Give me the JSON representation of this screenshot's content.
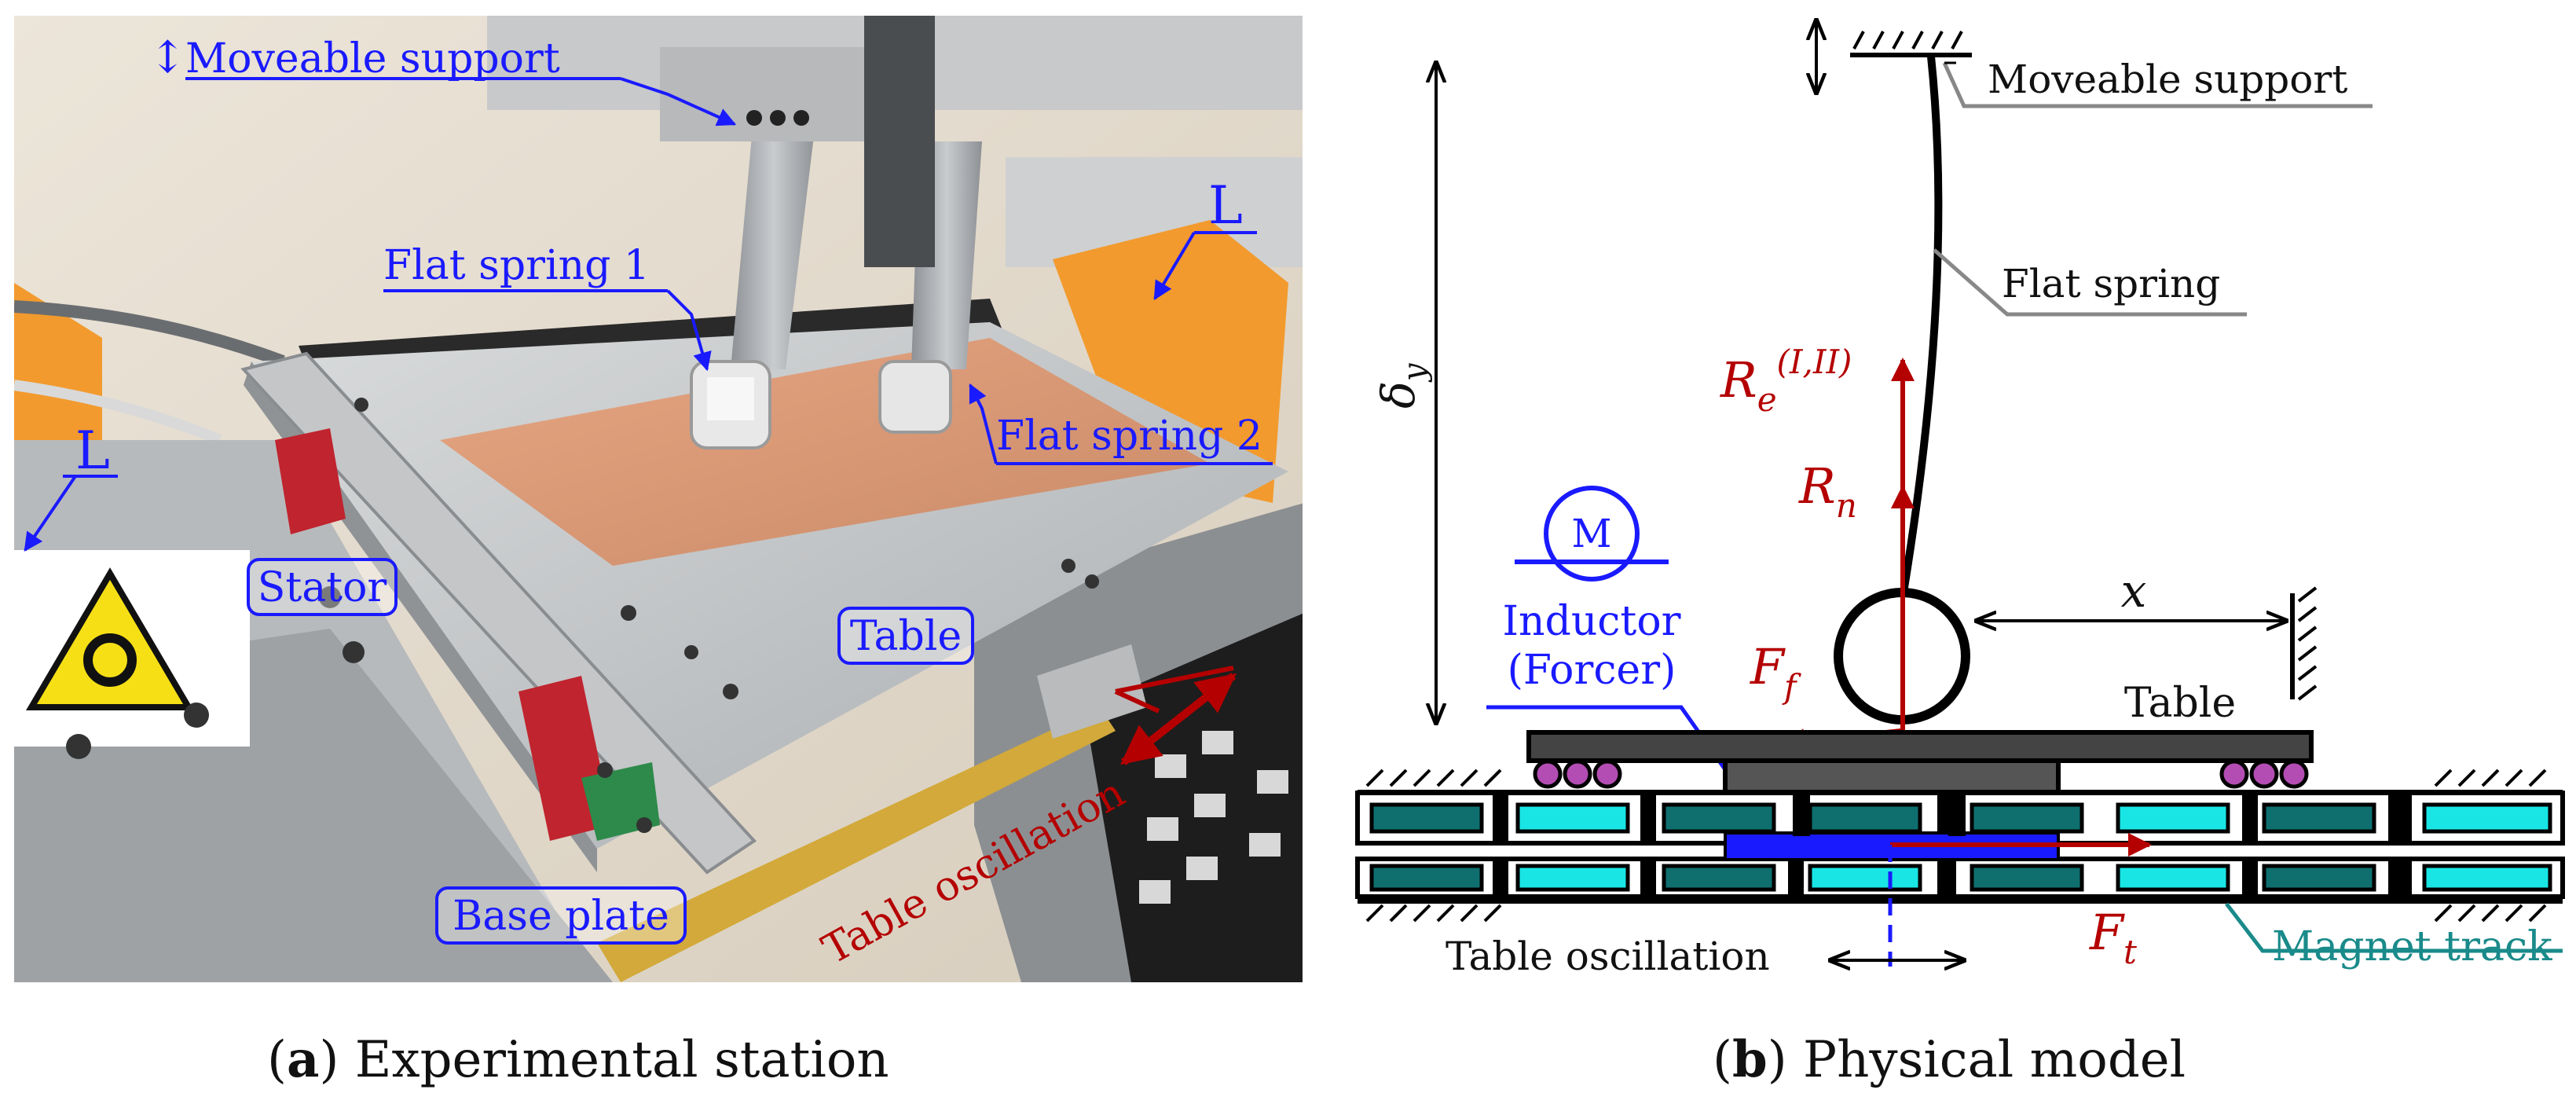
{
  "panel_a": {
    "caption_letter": "a",
    "caption_text": "Experimental station",
    "labels": {
      "moveable_support_arrow": "↕",
      "moveable_support": "Moveable support",
      "flat_spring_1": "Flat spring 1",
      "flat_spring_2": "Flat spring 2",
      "l_right": "L",
      "l_left": "L",
      "stator": "Stator",
      "table": "Table",
      "base_plate": "Base plate",
      "table_oscillation": "Table oscillation"
    }
  },
  "panel_b": {
    "caption_letter": "b",
    "caption_text": "Physical model",
    "labels": {
      "moveable_support": "Moveable support",
      "flat_spring": "Flat spring",
      "delta_y": "δ",
      "delta_y_sub": "y",
      "re_main": "R",
      "re_sub": "e",
      "re_sup": "(I,II)",
      "rn_main": "R",
      "rn_sub": "n",
      "motor": "M",
      "inductor_line1": "Inductor",
      "inductor_line2": "(Forcer)",
      "ff_main": "F",
      "ff_sub": "f",
      "x": "x",
      "table": "Table",
      "ft_main": "F",
      "ft_sub": "t",
      "table_oscillation": "Table oscillation",
      "magnet_track": "Magnet track"
    }
  },
  "colors": {
    "blue_label": "#1a1aff",
    "red_force": "#b40000",
    "teal": "#1a8a8a",
    "cyan": "#19e5e5",
    "dark_teal": "#0f6f6f",
    "purple": "#b34db3",
    "gray": "#666666"
  }
}
